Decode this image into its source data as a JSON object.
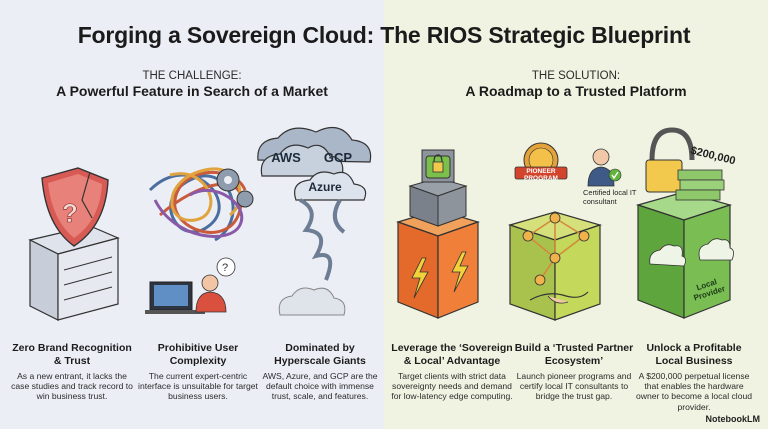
{
  "title": "Forging a Sovereign Cloud: The RIOS Strategic Blueprint",
  "challenge": {
    "kicker": "THE CHALLENGE:",
    "headline": "A Powerful Feature in Search of a Market",
    "items": [
      {
        "title": "Zero Brand Recognition & Trust",
        "desc": "As a new entrant, it lacks the case studies and track record to win business trust."
      },
      {
        "title": "Prohibitive User Complexity",
        "desc": "The current expert-centric interface is unsuitable for target business users."
      },
      {
        "title": "Dominated by Hyperscale Giants",
        "desc": "AWS, Azure, and GCP are the default choice with immense trust, scale, and features."
      }
    ],
    "clouds": [
      "AWS",
      "GCP",
      "Azure"
    ]
  },
  "solution": {
    "kicker": "THE SOLUTION:",
    "headline": "A Roadmap to a Trusted Platform",
    "items": [
      {
        "title": "Leverage the ‘Sovereign & Local’ Advantage",
        "desc": "Target clients with strict data sovereignty needs and demand for low-latency edge computing."
      },
      {
        "title": "Build a ‘Trusted Partner Ecosystem’",
        "desc": "Launch pioneer programs and certify local IT consultants to bridge the trust gap."
      },
      {
        "title": "Unlock a Profitable Local Business",
        "desc": "A $200,000 perpetual license that enables the hardware owner to become a local cloud provider."
      }
    ],
    "badge": "PIONEER PROGRAM",
    "consultant_label": "Certified local IT consultant",
    "price": "$200,000",
    "provider_label": "Local Provider"
  },
  "brand": "NotebookLM",
  "colors": {
    "orange": "#e9763a",
    "green": "#8fc75a",
    "yellow": "#f0c93a",
    "blueBg": "#eceef6",
    "greenBg": "#f1f3e2"
  }
}
